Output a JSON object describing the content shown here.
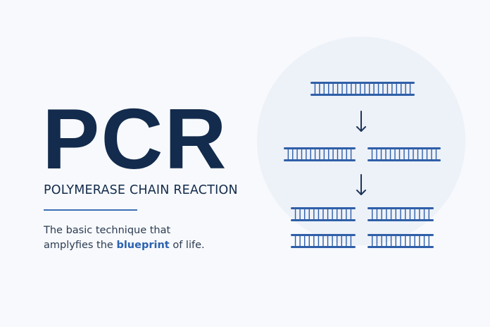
{
  "title": "PCR",
  "subtitle": "POLYMERASE CHAIN REACTION",
  "description": {
    "line1": "The basic technique that",
    "line2_before": "amplyfies the ",
    "line2_highlight": "blueprint",
    "line2_after": " of life."
  },
  "colors": {
    "navy": "#132b4c",
    "accent": "#2c62b0",
    "strand": "#2f5fa8",
    "circle": "#edf1f8"
  },
  "icons": {
    "arrow": "down-arrow-icon",
    "dna": "dna-ladder-icon"
  },
  "diagram": {
    "stages": [
      {
        "copies": 1
      },
      {
        "copies": 2
      },
      {
        "copies": 4
      }
    ]
  }
}
